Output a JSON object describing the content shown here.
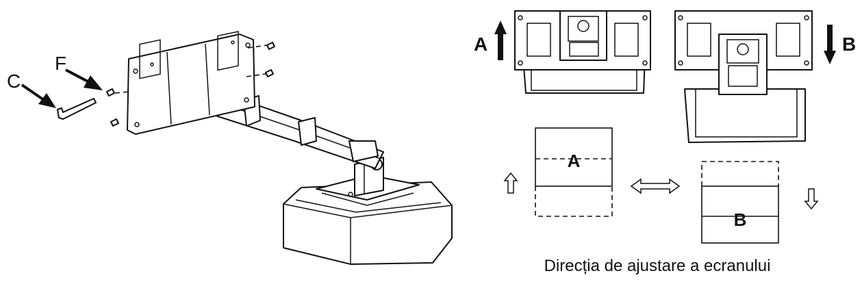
{
  "labels": {
    "c": "C",
    "f": "F",
    "a_up": "A",
    "b_down": "B",
    "box_a": "A",
    "box_b": "B"
  },
  "caption": "Direcția de ajustare a ecranului",
  "icons": [
    "arrow-up-icon",
    "arrow-down-icon",
    "double-arrow-icon",
    "hollow-arrow-up-icon",
    "hollow-arrow-down-icon"
  ]
}
